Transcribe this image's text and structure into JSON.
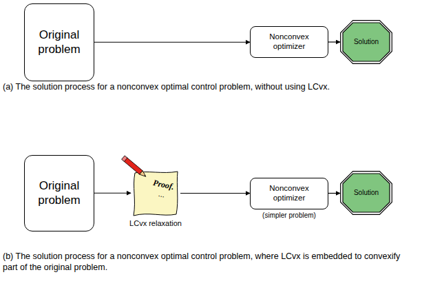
{
  "diagram": {
    "nodes": [
      {
        "text": [
          "Original problem"
        ]
      },
      {
        "text": [
          "Nonconvex optimizer"
        ]
      },
      {
        "text": [
          "Solution"
        ]
      },
      {
        "text": [
          "Original problem"
        ]
      },
      {
        "text": [
          "Proof.",
          "...",
          "LCvx relaxation"
        ]
      },
      {
        "text": [
          "Nonconvex optimizer",
          "(simpler problem)"
        ]
      },
      {
        "text": [
          "Solution"
        ]
      }
    ],
    "edges": [
      {
        "from": 0,
        "to": 1,
        "arrow": "to"
      },
      {
        "from": 1,
        "to": 2,
        "arrow": "to"
      },
      {
        "from": 3,
        "to": 4,
        "arrow": "to"
      },
      {
        "from": 4,
        "to": 5,
        "arrow": "to"
      },
      {
        "from": 5,
        "to": 6,
        "arrow": "to"
      }
    ],
    "labels": [
      "(a) The solution process for a nonconvex optimal control problem, without using LCvx.",
      "(b) The solution process for a nonconvex optimal control problem, where LCvx is embedded to convexify part of the original problem."
    ]
  }
}
